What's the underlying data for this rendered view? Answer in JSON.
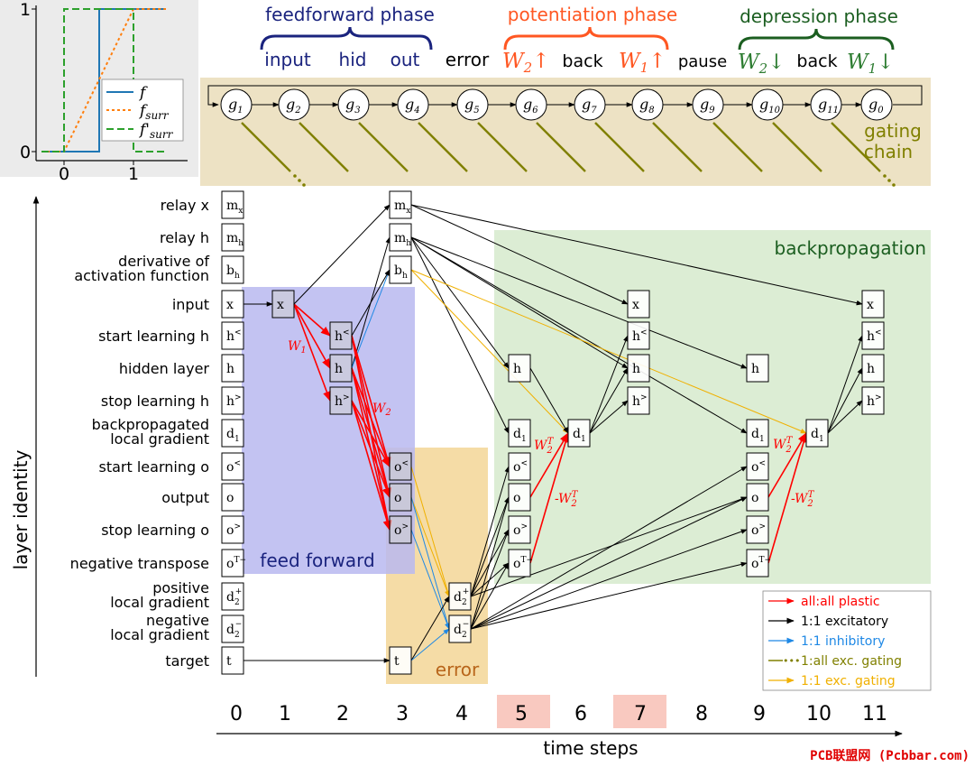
{
  "colors": {
    "plastic": "#ff0000",
    "excitatory": "#000000",
    "inhibitory": "#1e88e5",
    "gating_all": "#808000",
    "gating_one": "#f0b000",
    "feedforward_phase": "#1a237e",
    "potentiation_phase": "#ff5722",
    "depression_phase": "#1b5e20",
    "region_feedforward": "#b8b8f0",
    "region_error": "#f5dca6",
    "region_backprop": "#dcedd4",
    "region_gating": "#ede2c4",
    "highlight_step": "#f9c9c0"
  },
  "inset": {
    "y_ticks": [
      "0",
      "1"
    ],
    "x_ticks": [
      "0",
      "1"
    ],
    "legend": [
      {
        "label": "f",
        "style": "solid",
        "color": "#1f77b4"
      },
      {
        "label": "f_surr",
        "style": "dotted",
        "color": "#ff7f0e"
      },
      {
        "label": "f'_surr",
        "style": "dashed",
        "color": "#2ca02c"
      }
    ]
  },
  "phases": {
    "feedforward": {
      "title": "feedforward phase",
      "items": [
        "input",
        "hid",
        "out"
      ]
    },
    "error": "error",
    "potentiation": {
      "title": "potentiation phase",
      "w2": "W",
      "w2_sub": "2",
      "w2_arrow": "↑",
      "back": "back",
      "w1": "W",
      "w1_sub": "1",
      "w1_arrow": "↑"
    },
    "pause": "pause",
    "depression": {
      "title": "depression phase",
      "w2": "W",
      "w2_sub": "2",
      "w2_arrow": "↓",
      "back": "back",
      "w1": "W",
      "w1_sub": "1",
      "w1_arrow": "↓"
    }
  },
  "gating_chain": {
    "label_line1": "gating",
    "label_line2": "chain",
    "nodes": [
      "g1",
      "g2",
      "g3",
      "g4",
      "g5",
      "g6",
      "g7",
      "g8",
      "g9",
      "g10",
      "g11",
      "g0"
    ]
  },
  "layers": [
    {
      "label": "relay x",
      "symbol": "m",
      "sub": "x"
    },
    {
      "label": "relay h",
      "symbol": "m",
      "sub": "h"
    },
    {
      "label": "derivative of",
      "label2": "activation function",
      "symbol": "b",
      "sub": "h"
    },
    {
      "label": "input",
      "symbol": "x"
    },
    {
      "label": "start learning h",
      "symbol": "h",
      "sup": "<"
    },
    {
      "label": "hidden layer",
      "symbol": "h"
    },
    {
      "label": "stop learning h",
      "symbol": "h",
      "sup": ">"
    },
    {
      "label": "backpropagated",
      "label2": "local gradient",
      "symbol": "d",
      "sub": "1"
    },
    {
      "label": "start learning o",
      "symbol": "o",
      "sup": "<"
    },
    {
      "label": "output",
      "symbol": "o"
    },
    {
      "label": "stop learning o",
      "symbol": "o",
      "sup": ">"
    },
    {
      "label": "negative transpose",
      "symbol": "o",
      "sup": "T−"
    },
    {
      "label": "positive",
      "label2": "local gradient",
      "symbol": "d",
      "sub": "2",
      "sup": "+"
    },
    {
      "label": "negative",
      "label2": "local gradient",
      "symbol": "d",
      "sub": "2",
      "sup": "−"
    },
    {
      "label": "target",
      "symbol": "t"
    }
  ],
  "regions": {
    "feedforward": "feed forward",
    "error": "error",
    "backprop": "backpropagation"
  },
  "weights": {
    "w1": "W",
    "w1_sub": "1",
    "w2": "W",
    "w2_sub": "2",
    "w2t": "W",
    "w2t_sub": "2",
    "w2t_sup": "T",
    "neg_w2t": "-W",
    "neg_w2t_sub": "2",
    "neg_w2t_sup": "T"
  },
  "y_axis_label": "layer identity",
  "x_axis_label": "time steps",
  "time_steps": [
    "0",
    "1",
    "2",
    "3",
    "4",
    "5",
    "6",
    "7",
    "8",
    "9",
    "10",
    "11"
  ],
  "highlighted_steps": [
    "5",
    "7"
  ],
  "legend": [
    {
      "label": "all:all plastic",
      "kind": "plastic"
    },
    {
      "label": "1:1 excitatory",
      "kind": "excitatory"
    },
    {
      "label": "1:1 inhibitory",
      "kind": "inhibitory"
    },
    {
      "label": "1:all exc. gating",
      "kind": "gating_all"
    },
    {
      "label": "1:1 exc. gating",
      "kind": "gating_one"
    }
  ],
  "watermark": "PCB联盟网 (Pcbbar.com)"
}
